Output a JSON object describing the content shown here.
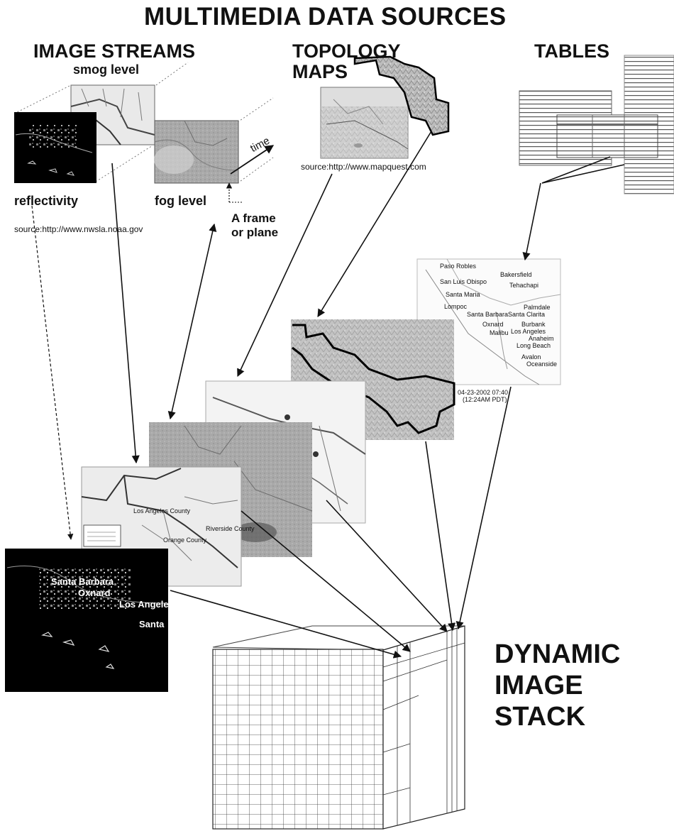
{
  "title": "MULTIMEDIA DATA SOURCES",
  "headers": {
    "image_streams": "IMAGE STREAMS",
    "topology_maps_line1": "TOPOLOGY",
    "topology_maps_line2": "MAPS",
    "tables": "TABLES"
  },
  "labels": {
    "smog_level": "smog level",
    "reflectivity": "reflectivity",
    "fog_level": "fog level",
    "time": "time",
    "frame_line1": "A frame",
    "frame_line2": "or plane"
  },
  "sources": {
    "nws": "source:http://www.nwsla.noaa.gov",
    "mapquest": "source:http://www.mapquest.com"
  },
  "stack_label": {
    "line1": "DYNAMIC",
    "line2": "IMAGE",
    "line3": "STACK"
  },
  "map_text": {
    "cities": [
      "Paso Robles",
      "Bakersfield",
      "San Luis Obispo",
      "Tehachapi",
      "Santa Maria",
      "Lompoc",
      "Palmdale",
      "Santa Barbara",
      "Santa Clarita",
      "Oxnard",
      "Burbank",
      "Los Angeles",
      "Malibu",
      "Anaheim",
      "Long Beach",
      "Avalon",
      "Oceanside"
    ],
    "timestamp_line1": "04-23-2002 07:40",
    "timestamp_line2": "(12:24AM PDT)",
    "reflect_cities": [
      "Santa Barbara",
      "Oxnard",
      "Los Angeles",
      "Santa"
    ],
    "county_labels": [
      "Los Angeles County",
      "Orange County",
      "Riverside County"
    ]
  }
}
